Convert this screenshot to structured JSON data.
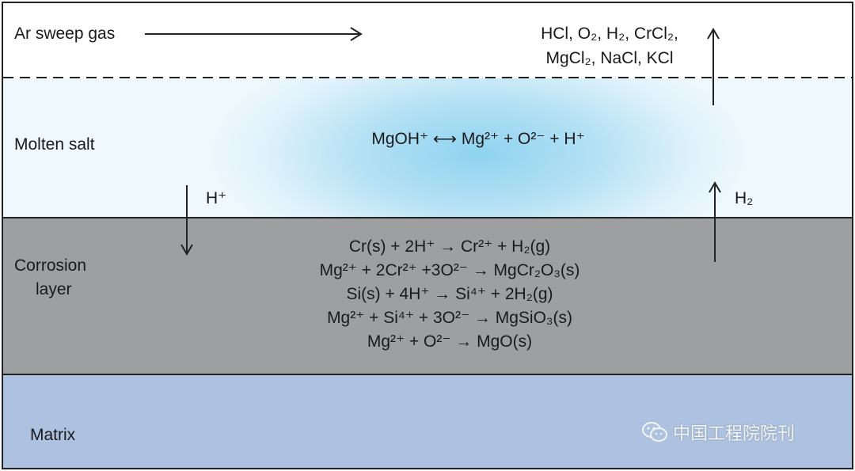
{
  "layers": {
    "gas": {
      "label": "Ar sweep gas"
    },
    "salt": {
      "label": "Molten salt",
      "equation": "MgOH⁺ ⟷ Mg²⁺ + O²⁻ + H⁺"
    },
    "corrosion": {
      "label_line1": "Corrosion",
      "label_line2": "layer"
    },
    "matrix": {
      "label": "Matrix"
    }
  },
  "gas_products": {
    "line1": "HCl, O₂, H₂, CrCl₂,",
    "line2": "MgCl₂, NaCl, KCl"
  },
  "fluxes": {
    "down_species": "H⁺",
    "up_species": "H₂"
  },
  "reactions": [
    "Cr(s) + 2H⁺ → Cr²⁺ + H₂(g)",
    "Mg²⁺ + 2Cr²⁺ +3O²⁻ → MgCr₂O₃(s)",
    "Si(s) + 4H⁺ → Si⁴⁺ + 2H₂(g)",
    "Mg²⁺ + Si⁴⁺ + 3O²⁻ → MgSiO₃(s)",
    "Mg²⁺ + O²⁻ → MgO(s)"
  ],
  "watermark": {
    "text": "中国工程院院刊",
    "icon": "wechat-icon"
  },
  "colors": {
    "gas": "#ffffff",
    "molten_salt": "#8fd3f0",
    "corrosion_layer": "#9e9fa1",
    "matrix": "#adc2e0",
    "line": "#222222"
  }
}
